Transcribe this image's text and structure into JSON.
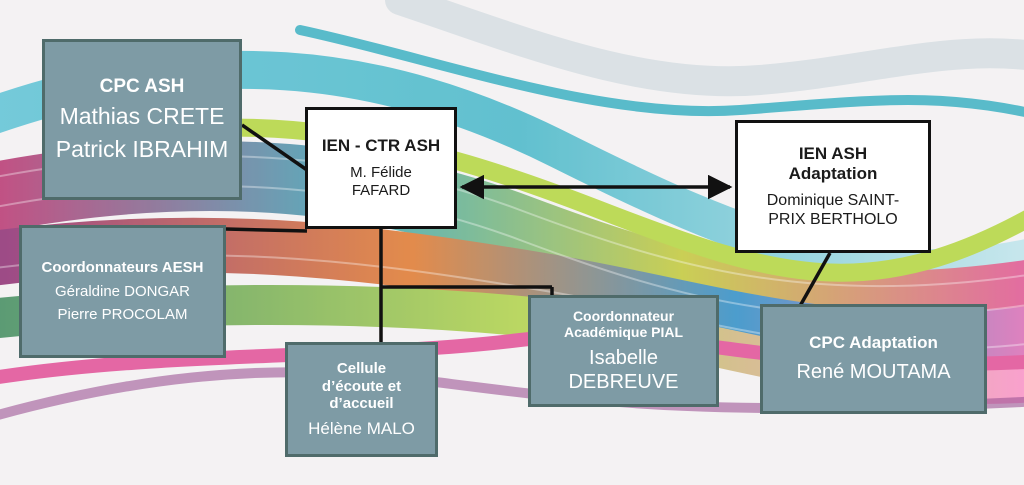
{
  "boxes": {
    "cpc_ash": {
      "title": "CPC ASH",
      "names": [
        "Mathias CRETE",
        "Patrick IBRAHIM"
      ]
    },
    "ien_ctr": {
      "title": "IEN - CTR ASH",
      "names": [
        "M. Félide",
        "FAFARD"
      ]
    },
    "ien_adaptation": {
      "title_lines": [
        "IEN ASH",
        "Adaptation"
      ],
      "names": [
        "Dominique SAINT-",
        "PRIX BERTHOLO"
      ]
    },
    "coord_aesh": {
      "title": "Coordonnateurs AESH",
      "names": [
        "Géraldine DONGAR",
        "Pierre PROCOLAM"
      ]
    },
    "cellule": {
      "title_lines": [
        "Cellule",
        "d’écoute et",
        "d’accueil"
      ],
      "name": "Hélène MALO"
    },
    "pial": {
      "title_lines": [
        "Coordonnateur",
        "Académique PIAL"
      ],
      "names": [
        "Isabelle",
        "DEBREUVE"
      ]
    },
    "cpc_adaptation": {
      "title": "CPC Adaptation",
      "name": "René MOUTAMA"
    }
  },
  "colors": {
    "box_fill": "#7e9ba5",
    "box_border": "#4f6b6a",
    "connector": "#111111"
  }
}
